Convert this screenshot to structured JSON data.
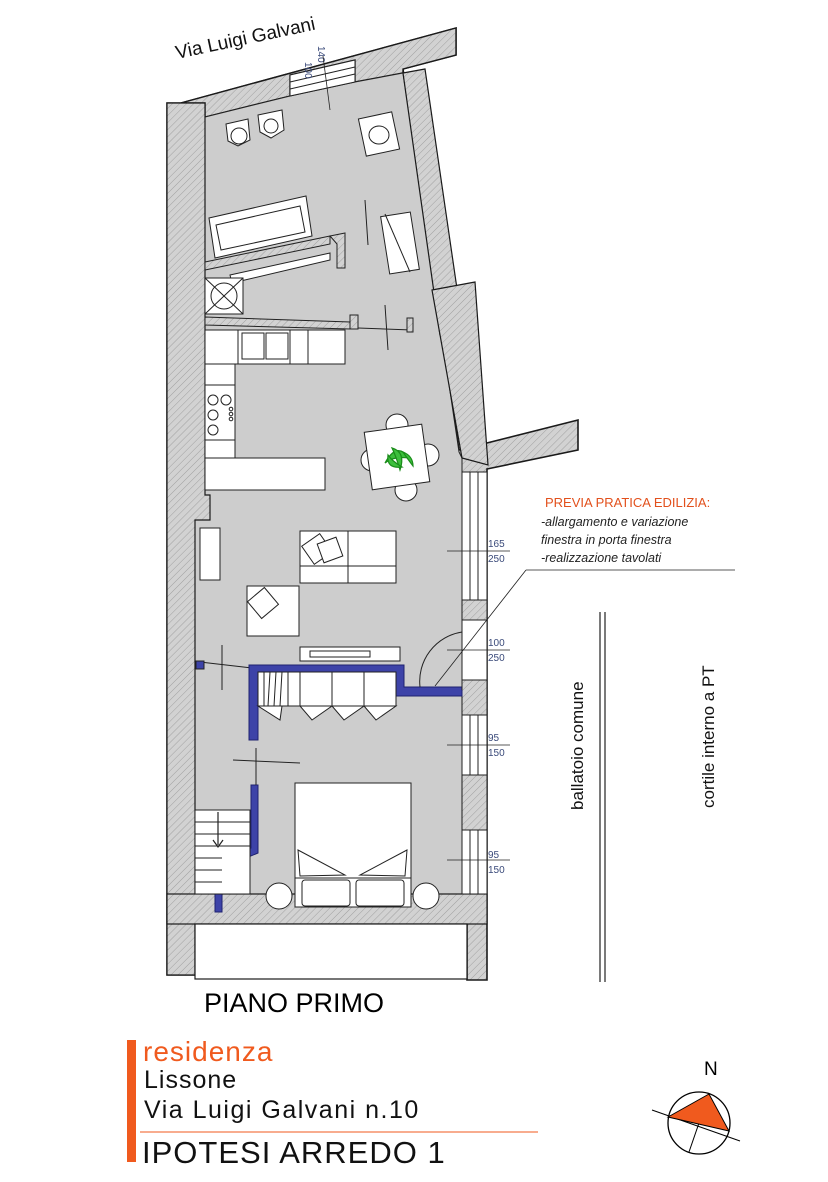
{
  "street_label": "Via Luigi Galvani",
  "street_window_dims": {
    "a": "100",
    "b": "140"
  },
  "note": {
    "title": "PREVIA PRATICA EDILIZIA:",
    "lines": [
      "-allargamento e variazione",
      "finestra in porta finestra",
      "-realizzazione tavolati"
    ]
  },
  "openings": [
    {
      "top": "165",
      "bottom": "250"
    },
    {
      "top": "100",
      "bottom": "250"
    },
    {
      "top": "95",
      "bottom": "150"
    },
    {
      "top": "95",
      "bottom": "150"
    }
  ],
  "side_labels": {
    "balcony": "ballatoio comune",
    "courtyard": "cortile interno a PT"
  },
  "floor_title": "PIANO PRIMO",
  "title_block": {
    "type": "residenza",
    "city": "Lissone",
    "address": "Via Luigi Galvani n.10",
    "subtitle": "IPOTESI ARREDO 1"
  },
  "north_label": "N",
  "colors": {
    "wall": "#c8c8c8",
    "floor": "#cdcdcd",
    "new_partition": "#3d43a8",
    "accent": "#f05a1e",
    "north_arrow": "#f05a1e"
  }
}
